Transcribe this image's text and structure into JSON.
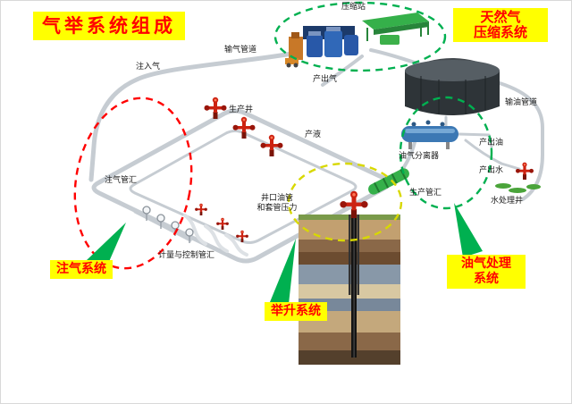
{
  "title": "气举系统组成",
  "system_labels": {
    "compression_line1": "天然气",
    "compression_line2": "压缩系统",
    "injection": "注气系统",
    "lifting": "举升系统",
    "processing_line1": "油气处理",
    "processing_line2": "系统"
  },
  "annotations": {
    "compressor_station": "压缩站",
    "gas_pipeline": "输气管道",
    "injection_gas": "注入气",
    "produced_gas": "产出气",
    "production_well": "生产井",
    "produced_liquid": "产液",
    "gas_injection_manifold": "注气管汇",
    "oil_gas_separator": "油气分离器",
    "produced_oil": "产出油",
    "produced_water": "产出水",
    "oil_pipeline": "输油管道",
    "water_treatment_well": "水处理井",
    "production_manifold": "生产管汇",
    "wellhead_pressure_line1": "井口油管",
    "wellhead_pressure_line2": "和套管压力",
    "metering_control_manifold": "计量与控制管汇"
  },
  "colors": {
    "label_bg": "#ffff00",
    "label_text": "#ff0000",
    "compression_dash": "#00b050",
    "injection_dash": "#ff0000",
    "processing_dash": "#00b050",
    "lifting_dash": "#d8d800",
    "arrow": "#00b050"
  }
}
